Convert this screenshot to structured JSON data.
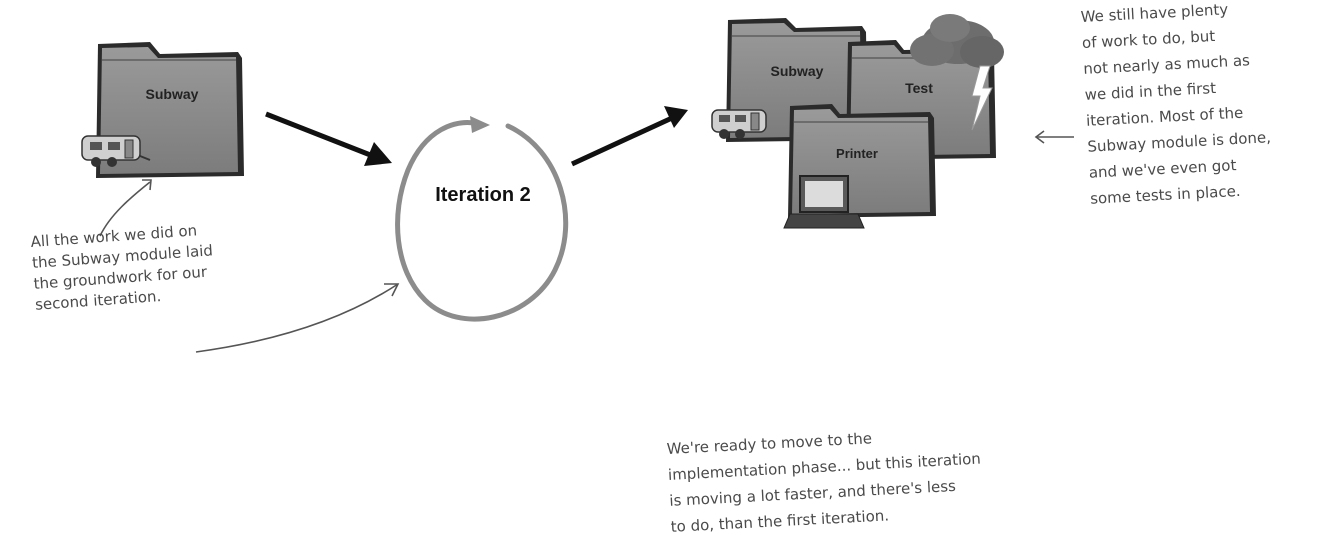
{
  "folders": {
    "left_subway": "Subway",
    "right_subway": "Subway",
    "test": "Test",
    "printer": "Printer"
  },
  "iteration_label": "Iteration 2",
  "notes": {
    "left": [
      "All the work we did on",
      "the Subway module laid",
      "the groundwork for our",
      "second iteration."
    ],
    "right": [
      "We still have plenty",
      "of work to do, but",
      "not nearly as much as",
      "we did in the first",
      "iteration. Most of the",
      "Subway module is done,",
      "and we've even got",
      "some tests in place."
    ],
    "bottom": [
      "We're ready to move to the",
      "implementation phase... but this iteration",
      "is moving a lot faster, and there's less",
      "to do, than the first iteration."
    ]
  },
  "colors": {
    "folder_fill": "#8f8f8f",
    "folder_dark": "#555555",
    "cycle_stroke": "#8c8c8c",
    "arrow": "#111111",
    "note_text": "#4a4a4a"
  },
  "icons": [
    "trailer-icon",
    "laptop-icon",
    "storm-cloud-icon",
    "lightning-icon"
  ]
}
